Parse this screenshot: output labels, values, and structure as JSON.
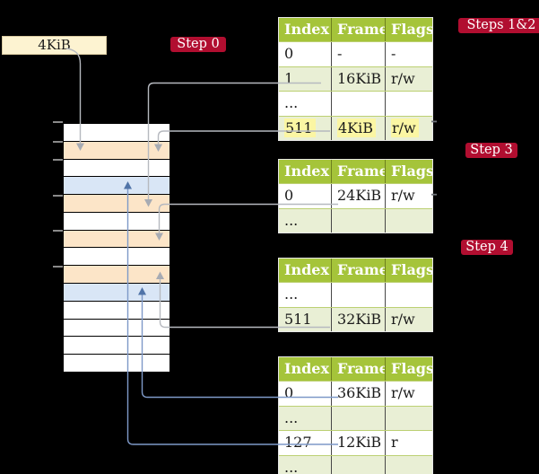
{
  "pointer_box": {
    "label": "4KiB"
  },
  "badges": {
    "steps12": {
      "label": "Steps 1&2"
    },
    "step0": {
      "label": "Step 0"
    },
    "step3": {
      "label": "Step 3"
    },
    "step4": {
      "label": "Step 4"
    }
  },
  "headers": [
    "Index",
    "Frame",
    "Flags"
  ],
  "page_tables": [
    {
      "id": "table-steps-1-2",
      "rows": [
        {
          "cells": [
            "0",
            "-",
            "-"
          ],
          "shade": "false",
          "hl": "false"
        },
        {
          "cells": [
            "1",
            "16KiB",
            "r/w"
          ],
          "shade": "true",
          "hl": "false"
        },
        {
          "cells": [
            "...",
            "",
            ""
          ],
          "shade": "false",
          "hl": "false"
        },
        {
          "cells": [
            "511",
            "4KiB",
            "r/w"
          ],
          "shade": "true",
          "hl": "true"
        }
      ]
    },
    {
      "id": "table-step-3",
      "rows": [
        {
          "cells": [
            "0",
            "24KiB",
            "r/w"
          ],
          "shade": "false",
          "hl": "false"
        },
        {
          "cells": [
            "...",
            "",
            ""
          ],
          "shade": "true",
          "hl": "false"
        }
      ]
    },
    {
      "id": "table-step-4a",
      "rows": [
        {
          "cells": [
            "...",
            "",
            ""
          ],
          "shade": "false",
          "hl": "false"
        },
        {
          "cells": [
            "511",
            "32KiB",
            "r/w"
          ],
          "shade": "true",
          "hl": "false"
        }
      ]
    },
    {
      "id": "table-step-4b",
      "rows": [
        {
          "cells": [
            "0",
            "36KiB",
            "r/w"
          ],
          "shade": "false",
          "hl": "false"
        },
        {
          "cells": [
            "...",
            "",
            ""
          ],
          "shade": "true",
          "hl": "false"
        },
        {
          "cells": [
            "127",
            "12KiB",
            "r"
          ],
          "shade": "false",
          "hl": "false"
        },
        {
          "cells": [
            "...",
            "",
            ""
          ],
          "shade": "true",
          "hl": "false"
        }
      ]
    }
  ],
  "memory": {
    "rows": [
      {
        "kind": "free"
      },
      {
        "kind": "table"
      },
      {
        "kind": "free"
      },
      {
        "kind": "data"
      },
      {
        "kind": "table"
      },
      {
        "kind": "free"
      },
      {
        "kind": "table"
      },
      {
        "kind": "free"
      },
      {
        "kind": "table"
      },
      {
        "kind": "data"
      },
      {
        "kind": "free"
      },
      {
        "kind": "free"
      },
      {
        "kind": "free"
      },
      {
        "kind": "free"
      }
    ]
  },
  "palette": {
    "badge_red": "#b10e30",
    "table_header_green": "#a5c43a",
    "table_row_green": "#e9efd5",
    "highlight_yellow": "#fbf6a3",
    "frame_table_orange": "#fce5c8",
    "frame_data_blue": "#d9e6f6",
    "pointer_box_cream": "#fdf3d1",
    "wire_gray": "#b6b9bf",
    "wire_blue": "#7e99c8"
  }
}
